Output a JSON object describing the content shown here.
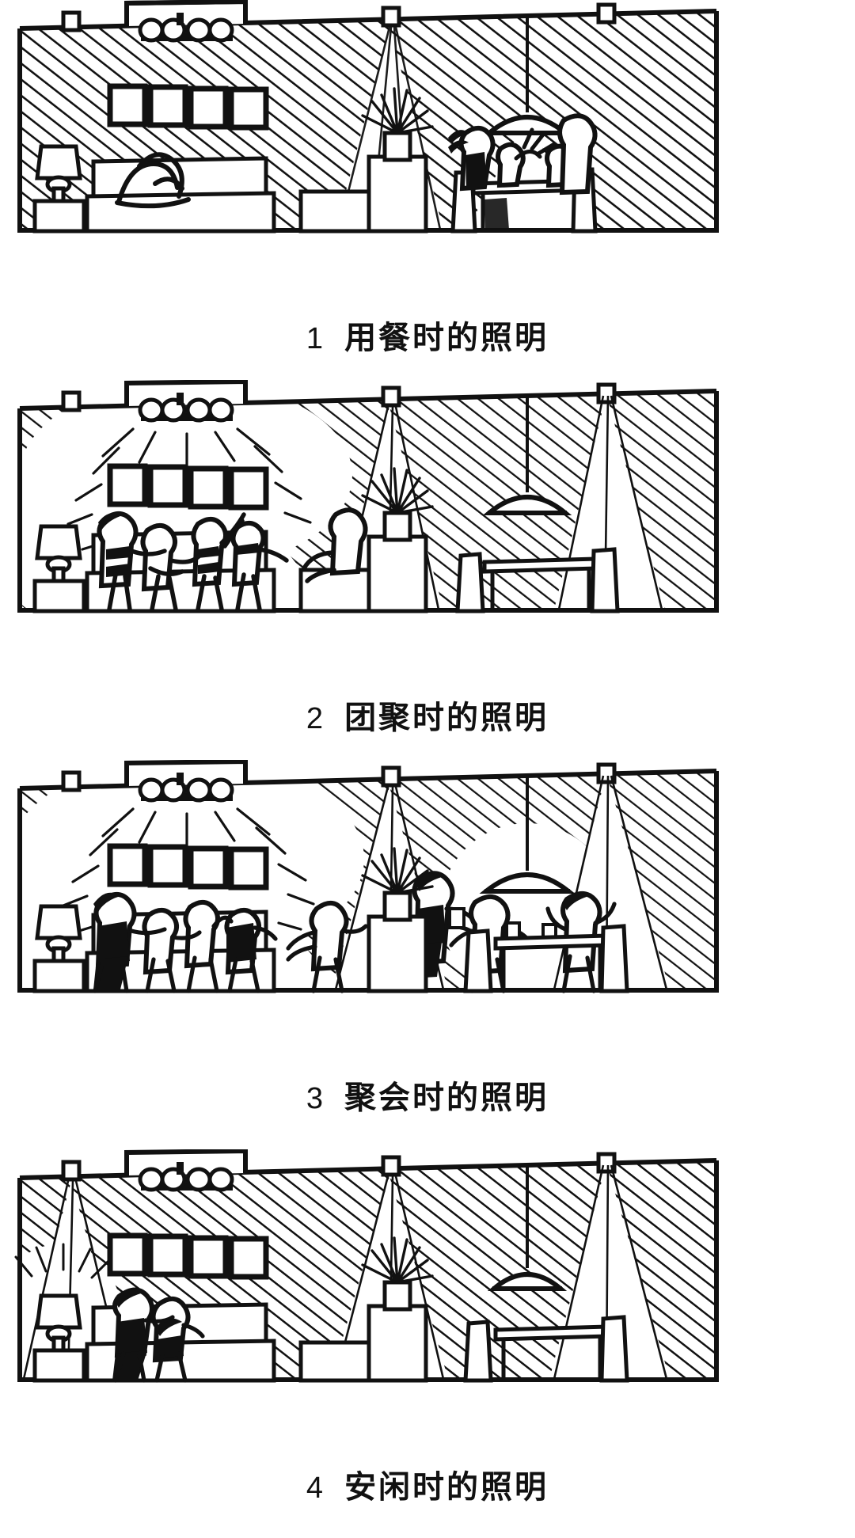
{
  "document": {
    "kind": "line-drawing illustration plate",
    "panel_count": 4,
    "ink_color": "#000000",
    "paper_color": "#ffffff"
  },
  "panels": [
    {
      "number": "1",
      "caption_text": "用餐时的照明",
      "scene": {
        "active_lights": [
          "pendant-over-dining-table"
        ],
        "room_wall_tone": "dark-hatched",
        "fixtures": [
          {
            "name": "ceiling-soffit-chandelier",
            "bulbs": 4,
            "state": "off"
          },
          {
            "name": "table-lamp",
            "state": "off"
          },
          {
            "name": "recessed-downlight-center",
            "state": "on"
          },
          {
            "name": "pendant-lamp",
            "state": "on"
          },
          {
            "name": "recessed-downlight-right",
            "state": "off"
          }
        ],
        "people": 4,
        "activity": "family seated eating at the dining table",
        "furniture": [
          "sofa",
          "side-table",
          "table-lamp",
          "picture-frames",
          "plinth-with-plant",
          "dining-table",
          "dining-chairs",
          "ottoman"
        ]
      }
    },
    {
      "number": "2",
      "caption_text": "团聚时的照明",
      "scene": {
        "active_lights": [
          "soffit-chandelier",
          "table-lamp",
          "recessed-downlight-center",
          "recessed-downlight-right"
        ],
        "room_wall_tone": "light-with-glow",
        "fixtures": [
          {
            "name": "ceiling-soffit-chandelier",
            "bulbs": 4,
            "state": "on"
          },
          {
            "name": "table-lamp",
            "state": "on"
          },
          {
            "name": "recessed-downlight-center",
            "state": "on"
          },
          {
            "name": "pendant-lamp",
            "state": "off"
          },
          {
            "name": "recessed-downlight-right",
            "state": "on"
          }
        ],
        "people": 5,
        "activity": "family gathered and chatting on the sofa",
        "furniture": [
          "sofa",
          "side-table",
          "table-lamp",
          "picture-frames",
          "plinth-with-plant",
          "dining-table",
          "dining-chairs",
          "ottoman"
        ]
      }
    },
    {
      "number": "3",
      "caption_text": "聚会时的照明",
      "scene": {
        "active_lights": [
          "soffit-chandelier",
          "table-lamp",
          "recessed-downlight-center",
          "pendant-lamp",
          "recessed-downlight-right"
        ],
        "room_wall_tone": "light-full-glow",
        "fixtures": [
          {
            "name": "ceiling-soffit-chandelier",
            "bulbs": 4,
            "state": "on"
          },
          {
            "name": "table-lamp",
            "state": "on"
          },
          {
            "name": "recessed-downlight-center",
            "state": "on"
          },
          {
            "name": "pendant-lamp",
            "state": "on"
          },
          {
            "name": "recessed-downlight-right",
            "state": "on"
          }
        ],
        "people": 9,
        "activity": "party with guests standing, seated and serving drinks",
        "furniture": [
          "sofa",
          "side-table",
          "table-lamp",
          "picture-frames",
          "plinth-with-plant",
          "dining-table",
          "dining-chairs",
          "ottoman"
        ]
      }
    },
    {
      "number": "4",
      "caption_text": "安闲时的照明",
      "scene": {
        "active_lights": [
          "table-lamp",
          "recessed-downlight-center",
          "recessed-downlight-right"
        ],
        "room_wall_tone": "dark-hatched",
        "fixtures": [
          {
            "name": "ceiling-soffit-chandelier",
            "bulbs": 4,
            "state": "off"
          },
          {
            "name": "table-lamp",
            "state": "on"
          },
          {
            "name": "recessed-downlight-center",
            "state": "on"
          },
          {
            "name": "pendant-lamp",
            "state": "off"
          },
          {
            "name": "recessed-downlight-right",
            "state": "on"
          }
        ],
        "people": 2,
        "activity": "couple relaxing together on the sofa",
        "furniture": [
          "sofa",
          "side-table",
          "table-lamp",
          "picture-frames",
          "plinth-with-plant",
          "dining-table",
          "dining-chairs",
          "ottoman"
        ]
      }
    }
  ]
}
